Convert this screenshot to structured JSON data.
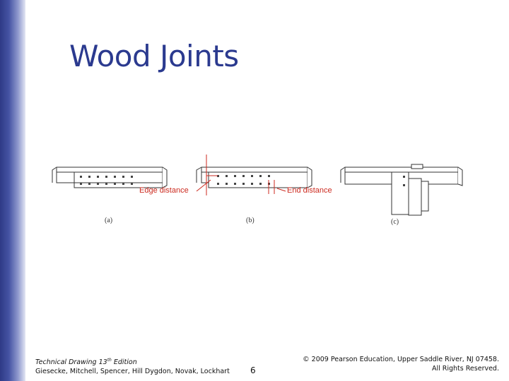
{
  "slide": {
    "title": "Wood Joints",
    "page_number": "6"
  },
  "figure": {
    "callouts": {
      "edge_distance": "Edge distance",
      "end_distance": "End distance"
    },
    "captions": {
      "a": "(a)",
      "b": "(b)",
      "c": "(c)"
    },
    "colors": {
      "callout": "#cc2a1f",
      "line": "#333333"
    }
  },
  "footer": {
    "book_title": "Technical Drawing 13",
    "book_title_sup": "th",
    "book_title_suffix": " Edition",
    "authors": "Giesecke, Mitchell, Spencer, Hill Dygdon, Novak, Lockhart",
    "copyright_line1": "© 2009 Pearson Education, Upper Saddle River, NJ 07458.",
    "copyright_line2": "All Rights Reserved."
  },
  "theme": {
    "title_color": "#2b3a8f",
    "sidebar_color": "#2e3a86"
  }
}
